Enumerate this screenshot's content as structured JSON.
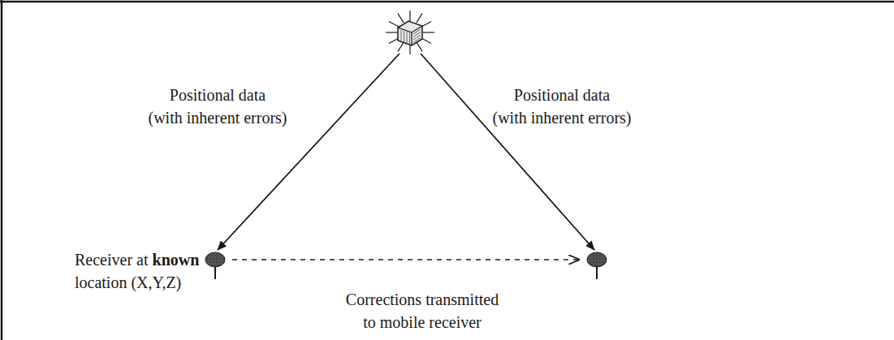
{
  "diagram": {
    "labels": [
      "Positional data (with inherent errors)",
      "Positional data (with inherent errors)",
      "Receiver at known location (X,Y,Z)",
      "Corrections transmitted to mobile receiver"
    ]
  }
}
